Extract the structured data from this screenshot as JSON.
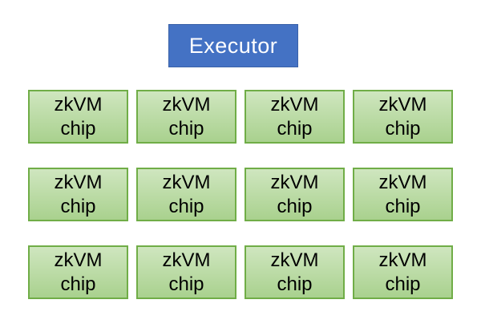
{
  "diagram": {
    "executor": {
      "label": "Executor"
    },
    "chip": {
      "label": "zkVM chip"
    },
    "grid": {
      "rows": 3,
      "columns": 4,
      "total_chips": 12
    },
    "colors": {
      "executor_fill": "#4472C4",
      "executor_text": "#FFFFFF",
      "chip_fill": "#A9D18E",
      "chip_border": "#70AD47",
      "chip_text": "#000000",
      "background": "#FFFFFF"
    }
  }
}
